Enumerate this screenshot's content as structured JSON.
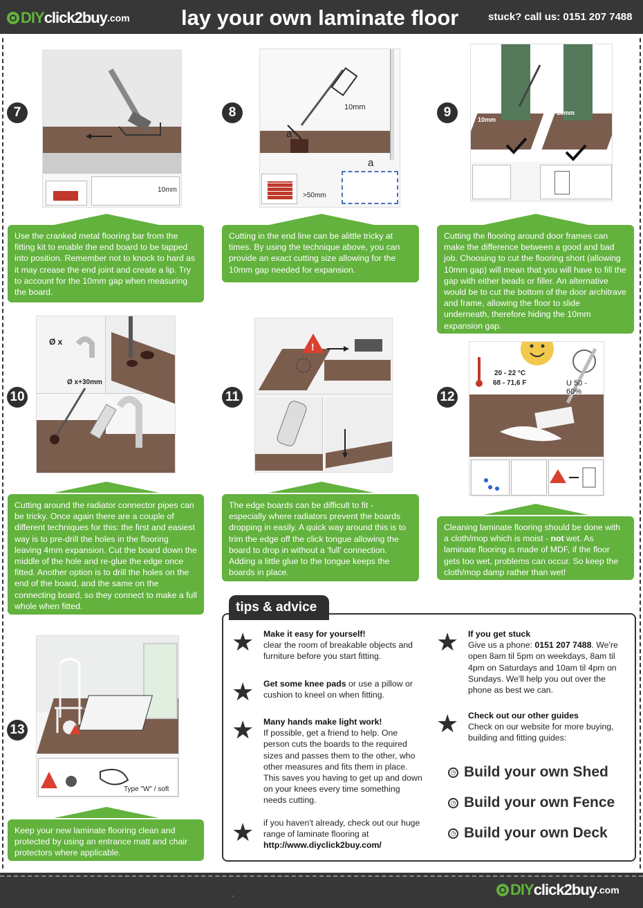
{
  "header": {
    "logo_prefix": "DIY",
    "logo_mid": "click2buy",
    "logo_suffix": ".com",
    "title": "lay your own laminate floor",
    "contact": "stuck? call us: 0151 207 7488"
  },
  "steps": [
    {
      "number": "7",
      "text": "Use the cranked metal flooring bar from the fitting kit to enable the end board to be tapped into position. Remember not to knock to hard as it may crease the end joint and create a lip. Try to account for the 10mm gap when measuring the board.",
      "labels": [
        "10mm"
      ]
    },
    {
      "number": "8",
      "text": "Cutting in the end line can be alittle tricky at times. By using the technique above, you can provide an exact cutting size allowing for the 10mm gap needed for expansion.",
      "labels": [
        "10mm",
        "a",
        "a",
        ">50mm"
      ]
    },
    {
      "number": "9",
      "text": "Cutting the flooring around door frames can make the difference between a good and bad job. Choosing to cut the flooring short (allowing 10mm gap) will mean that you will have to fill the gap with either beads or filler. An alternative would be to cut the bottom of the door architrave and frame, allowing the floor to slide underneath, therefore hiding the 10mm expansion gap.",
      "labels": [
        "10mm",
        "10mm"
      ]
    },
    {
      "number": "10",
      "text": "Cutting around the radiator connector pipes can be tricky. Once again there are a couple of different techniques for this: the first and easiest way is to pre-drill the holes in the flooring leaving 4mm expansion. Cut the board down the middle of the hole and re-glue the edge once fitted. Another option is to drill the holes on the end of the board, and the same on the connecting board, so they connect to make a full whole when fitted.",
      "labels": [
        "Ø x",
        "Ø x+30mm"
      ]
    },
    {
      "number": "11",
      "text": "The edge boards can be difficult to fit - especially where radiators prevent the boards dropping in easily. A quick way around this is to trim the edge off the click tongue allowing the board to drop in without a 'full' connection. Adding a little glue to the tongue keeps the boards in place.",
      "labels": []
    },
    {
      "number": "12",
      "text_before": "Cleaning laminate flooring should be done with a cloth/mop which is moist - ",
      "text_strong": "not",
      "text_after": " wet. As laminate flooring is made of MDF, if the floor gets too wet, problems can occur. So keep the cloth/mop damp rather than wet!",
      "labels": [
        "20 - 22 °C",
        "68 - 71,6 F",
        "U 50 - 60%"
      ]
    },
    {
      "number": "13",
      "text": "Keep your new laminate flooring clean and protected by using an entrance matt and chair protectors where applicable.",
      "labels": [
        "Type \"W\" / soft"
      ]
    }
  ],
  "tips": {
    "heading": "tips & advice",
    "items": [
      {
        "title": "Make it easy for yourself!",
        "body": "clear the room of breakable objects and furniture before you start fitting."
      },
      {
        "title": "Get some knee pads",
        "body": " or use a pillow or cushion to kneel on when fitting."
      },
      {
        "title": "Many hands make light work!",
        "body": "If possible, get a friend to help. One person cuts the boards to the required sizes and passes them to the other, who other measures and fits them in place. This saves you having to get up and down on your knees every time something needs cutting."
      },
      {
        "title": "",
        "body": "if you haven't already, check out our huge range of laminate flooring at ",
        "link": "http://www.diyclick2buy.com/"
      },
      {
        "title": "If you get stuck",
        "body_before": "Give us a phone: ",
        "phone": "0151 207 7488",
        "body_after": ". We're open 8am til 5pm on weekdays, 8am til 4pm on Saturdays and 10am til 4pm on Sundays. We'll help you out over the phone as best we can."
      },
      {
        "title": "Check out our other guides",
        "body": "Check on our website for more buying, building and fitting guides:"
      }
    ],
    "guides": [
      "Build your own Shed",
      "Build your own Fence",
      "Build your own Deck"
    ]
  },
  "footer": {
    "tick": "`"
  },
  "colors": {
    "green": "#62b23d",
    "dark": "#373737",
    "floor": "#7b5d4e"
  }
}
